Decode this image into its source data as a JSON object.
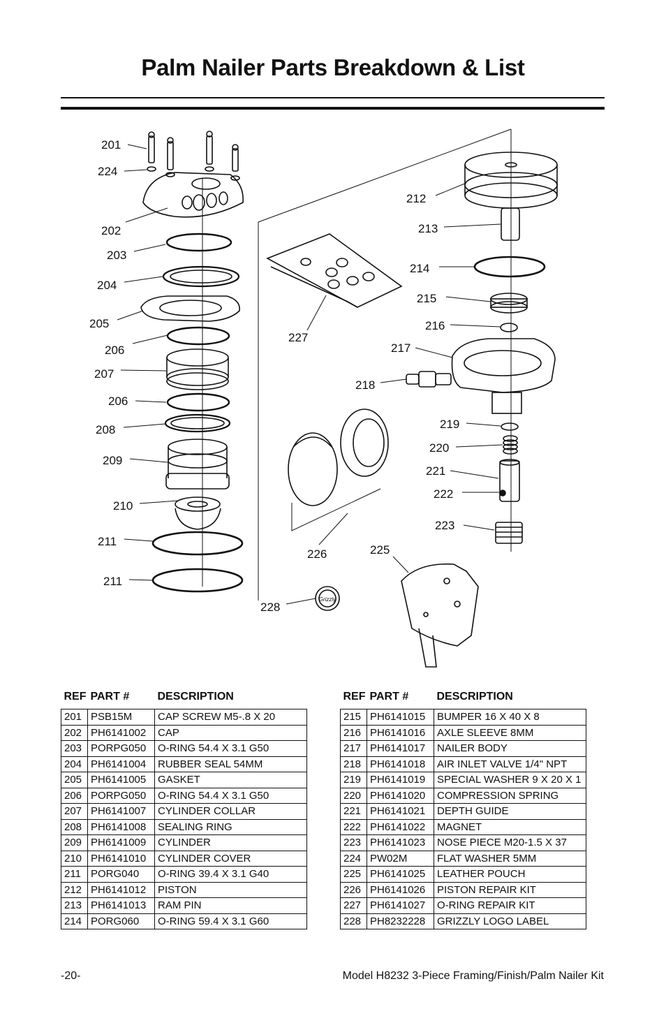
{
  "page": {
    "title": "Palm Nailer Parts Breakdown & List",
    "page_number": "-20-",
    "footer_model": "Model H8232  3-Piece Framing/Finish/Palm Nailer Kit"
  },
  "diagram": {
    "callouts": [
      "201",
      "224",
      "202",
      "203",
      "204",
      "205",
      "206",
      "207",
      "206",
      "208",
      "209",
      "210",
      "211",
      "211",
      "212",
      "213",
      "214",
      "215",
      "216",
      "217",
      "218",
      "219",
      "220",
      "221",
      "222",
      "223",
      "225",
      "226",
      "227",
      "228"
    ],
    "logo_text": "Grizzly"
  },
  "table_headers": {
    "ref": "REF",
    "part": "PART #",
    "desc": "DESCRIPTION"
  },
  "parts_left": [
    [
      "201",
      "PSB15M",
      "CAP SCREW M5-.8 X 20"
    ],
    [
      "202",
      "PH6141002",
      "CAP"
    ],
    [
      "203",
      "PORPG050",
      "O-RING 54.4 X 3.1 G50"
    ],
    [
      "204",
      "PH6141004",
      "RUBBER SEAL 54MM"
    ],
    [
      "205",
      "PH6141005",
      "GASKET"
    ],
    [
      "206",
      "PORPG050",
      "O-RING 54.4 X 3.1 G50"
    ],
    [
      "207",
      "PH6141007",
      "CYLINDER COLLAR"
    ],
    [
      "208",
      "PH6141008",
      "SEALING RING"
    ],
    [
      "209",
      "PH6141009",
      "CYLINDER"
    ],
    [
      "210",
      "PH6141010",
      "CYLINDER COVER"
    ],
    [
      "211",
      "PORG040",
      "O-RING 39.4 X 3.1 G40"
    ],
    [
      "212",
      "PH6141012",
      "PISTON"
    ],
    [
      "213",
      "PH6141013",
      "RAM PIN"
    ],
    [
      "214",
      "PORG060",
      "O-RING 59.4 X 3.1 G60"
    ]
  ],
  "parts_right": [
    [
      "215",
      "PH6141015",
      "BUMPER 16 X 40 X 8"
    ],
    [
      "216",
      "PH6141016",
      "AXLE SLEEVE 8MM"
    ],
    [
      "217",
      "PH6141017",
      "NAILER BODY"
    ],
    [
      "218",
      "PH6141018",
      "AIR INLET VALVE 1/4\" NPT"
    ],
    [
      "219",
      "PH6141019",
      "SPECIAL WASHER 9 X 20 X 1"
    ],
    [
      "220",
      "PH6141020",
      "COMPRESSION SPRING"
    ],
    [
      "221",
      "PH6141021",
      "DEPTH GUIDE"
    ],
    [
      "222",
      "PH6141022",
      "MAGNET"
    ],
    [
      "223",
      "PH6141023",
      "NOSE PIECE M20-1.5 X 37"
    ],
    [
      "224",
      "PW02M",
      "FLAT WASHER 5MM"
    ],
    [
      "225",
      "PH6141025",
      "LEATHER POUCH"
    ],
    [
      "226",
      "PH6141026",
      "PISTON REPAIR KIT"
    ],
    [
      "227",
      "PH6141027",
      "O-RING REPAIR KIT"
    ],
    [
      "228",
      "PH8232228",
      "GRIZZLY LOGO LABEL"
    ]
  ]
}
